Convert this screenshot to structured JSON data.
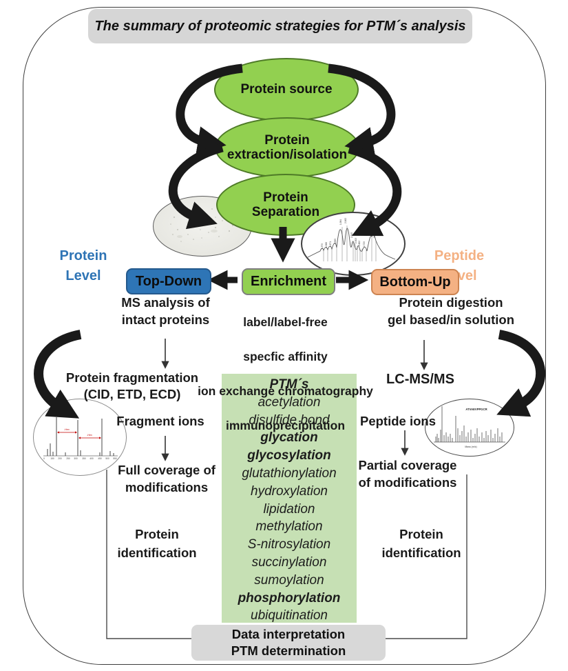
{
  "title": "The summary of proteomic strategies for PTM´s analysis",
  "pipeline": {
    "source": "Protein source",
    "extraction": "Protein\nextraction/isolation",
    "separation": "Protein\nSeparation"
  },
  "levels": {
    "protein": "Protein\nLevel",
    "peptide": "Peptide\nLevel"
  },
  "strategy_boxes": {
    "top_down": "Top-Down",
    "enrichment": "Enrichment",
    "bottom_up": "Bottom-Up"
  },
  "top_down_branch": {
    "ms_analysis": "MS analysis of\nintact proteins",
    "fragmentation": "Protein fragmentation\n(CID, ETD, ECD)",
    "fragment_ions": "Fragment ions",
    "coverage": "Full coverage of\nmodifications",
    "identification": "Protein\nidentification"
  },
  "enrichment_methods": [
    "label/label-free",
    "specfic affinity",
    "ion exchange chromatography",
    "immunoprecipitation"
  ],
  "bottom_up_branch": {
    "digestion": "Protein digestion\ngel based/in solution",
    "lcms": "LC-MS/MS",
    "peptide_ions": "Peptide ions",
    "coverage": "Partial coverage\nof modifications",
    "identification": "Protein\nidentification"
  },
  "ptm_box": {
    "title": "PTM´s",
    "items": [
      "acetylation",
      "disulfide bond",
      "glycation",
      "glycosylation",
      "glutathionylation",
      "hydroxylation",
      "lipidation",
      "methylation",
      "S-nitrosylation",
      "succinylation",
      "sumoylation",
      "phosphorylation",
      "ubiquitination"
    ]
  },
  "bottom_box": "Data interpretation\nPTM determination",
  "fragment_spectrum": {
    "loss_labels": [
      "-Hex",
      "-Hex"
    ],
    "axis_ticks": [
      "0",
      "150",
      "200",
      "250",
      "300",
      "350",
      "400",
      "450",
      "500",
      "550"
    ]
  },
  "peptide_spectrum": {
    "peptide_label": "ATVAEVPPGCR",
    "x_axis": "Mass (m/z)"
  },
  "chromatogram": {
    "peak_labels": [
      "1.379",
      "1.566",
      "1.671",
      "1.835",
      "1.984",
      "2.162",
      "2.345",
      "2.503",
      "2.602",
      "2.729",
      "2.960",
      "3.048"
    ]
  },
  "colors": {
    "green": "#92D050",
    "light_green": "#C6E0B4",
    "blue": "#2E75B6",
    "peach": "#F4B183",
    "gray": "#D9D9D9"
  }
}
